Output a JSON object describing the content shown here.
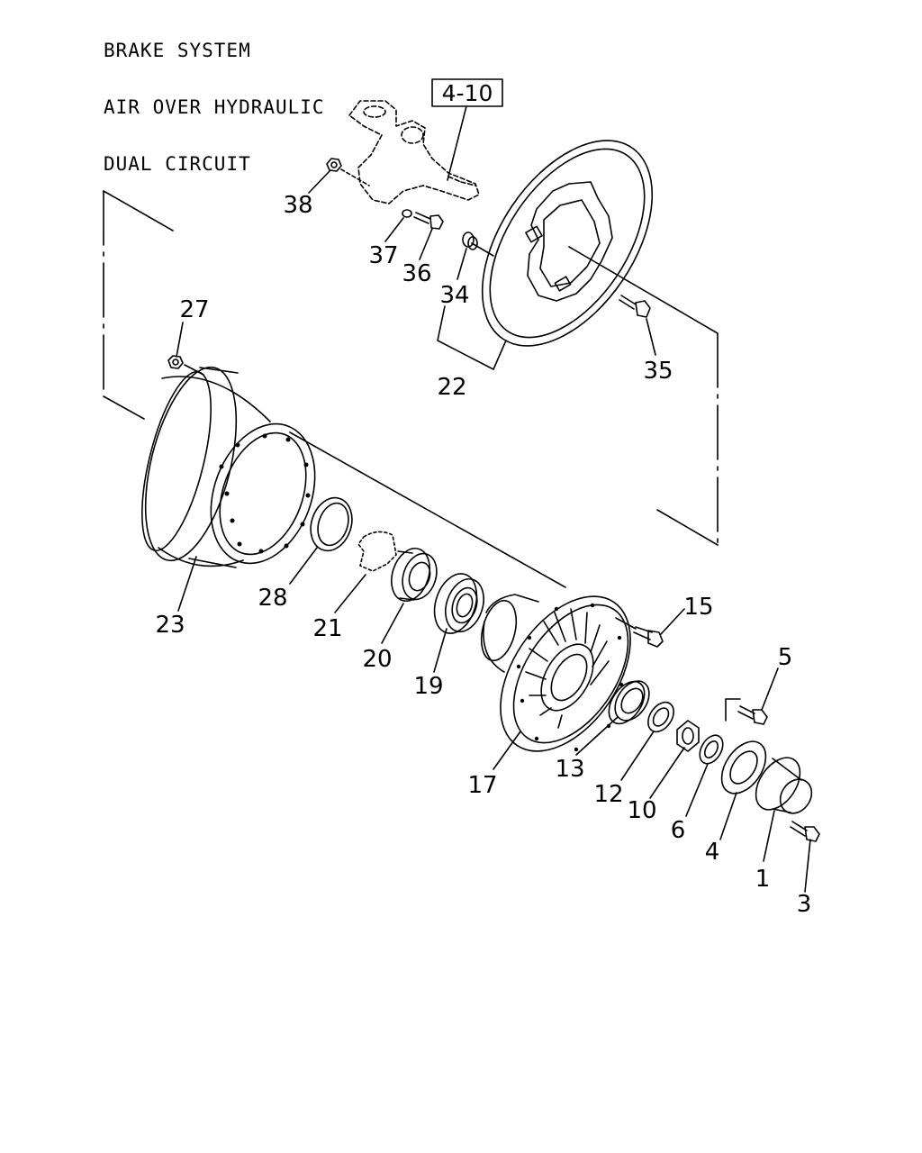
{
  "title_lines": [
    "BRAKE SYSTEM",
    "AIR OVER HYDRAULIC",
    "DUAL CIRCUIT"
  ],
  "reference_box": "4-10",
  "callouts": {
    "c1": "1",
    "c3": "3",
    "c4": "4",
    "c5": "5",
    "c6": "6",
    "c10": "10",
    "c12": "12",
    "c13": "13",
    "c15": "15",
    "c17": "17",
    "c19": "19",
    "c20": "20",
    "c21": "21",
    "c22": "22",
    "c23": "23",
    "c27": "27",
    "c28": "28",
    "c34": "34",
    "c35": "35",
    "c36": "36",
    "c37": "37",
    "c38": "38"
  }
}
